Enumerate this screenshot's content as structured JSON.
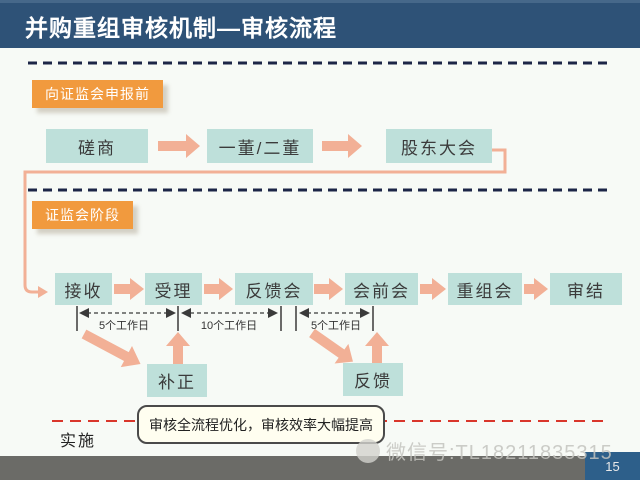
{
  "title": "并购重组审核机制—审核流程",
  "pre_filing": {
    "label": "向证监会申报前",
    "steps": [
      "磋商",
      "一董/二董",
      "股东大会"
    ]
  },
  "csrc": {
    "label": "证监会阶段",
    "steps": [
      "接收",
      "受理",
      "反馈会",
      "会前会",
      "重组会",
      "审结"
    ],
    "durations": [
      "5个工作日",
      "10个工作日",
      "5个工作日"
    ],
    "substeps": [
      "补正",
      "反馈"
    ]
  },
  "implementation": {
    "label": "实施",
    "callout": "审核全流程优化，审核效率大幅提高"
  },
  "watermark": "微信号:TL18211835315",
  "page_number": "15",
  "colors": {
    "header_blue": "#2E5277",
    "accent_orange": "#F19A3E",
    "node_teal": "#BEE0DA",
    "arrow_salmon": "#F2B096",
    "dash_navy": "#1C2547",
    "dash_red": "#D9362B",
    "footer_gray": "#6B6B67",
    "page_blue": "#2D5F8A"
  }
}
